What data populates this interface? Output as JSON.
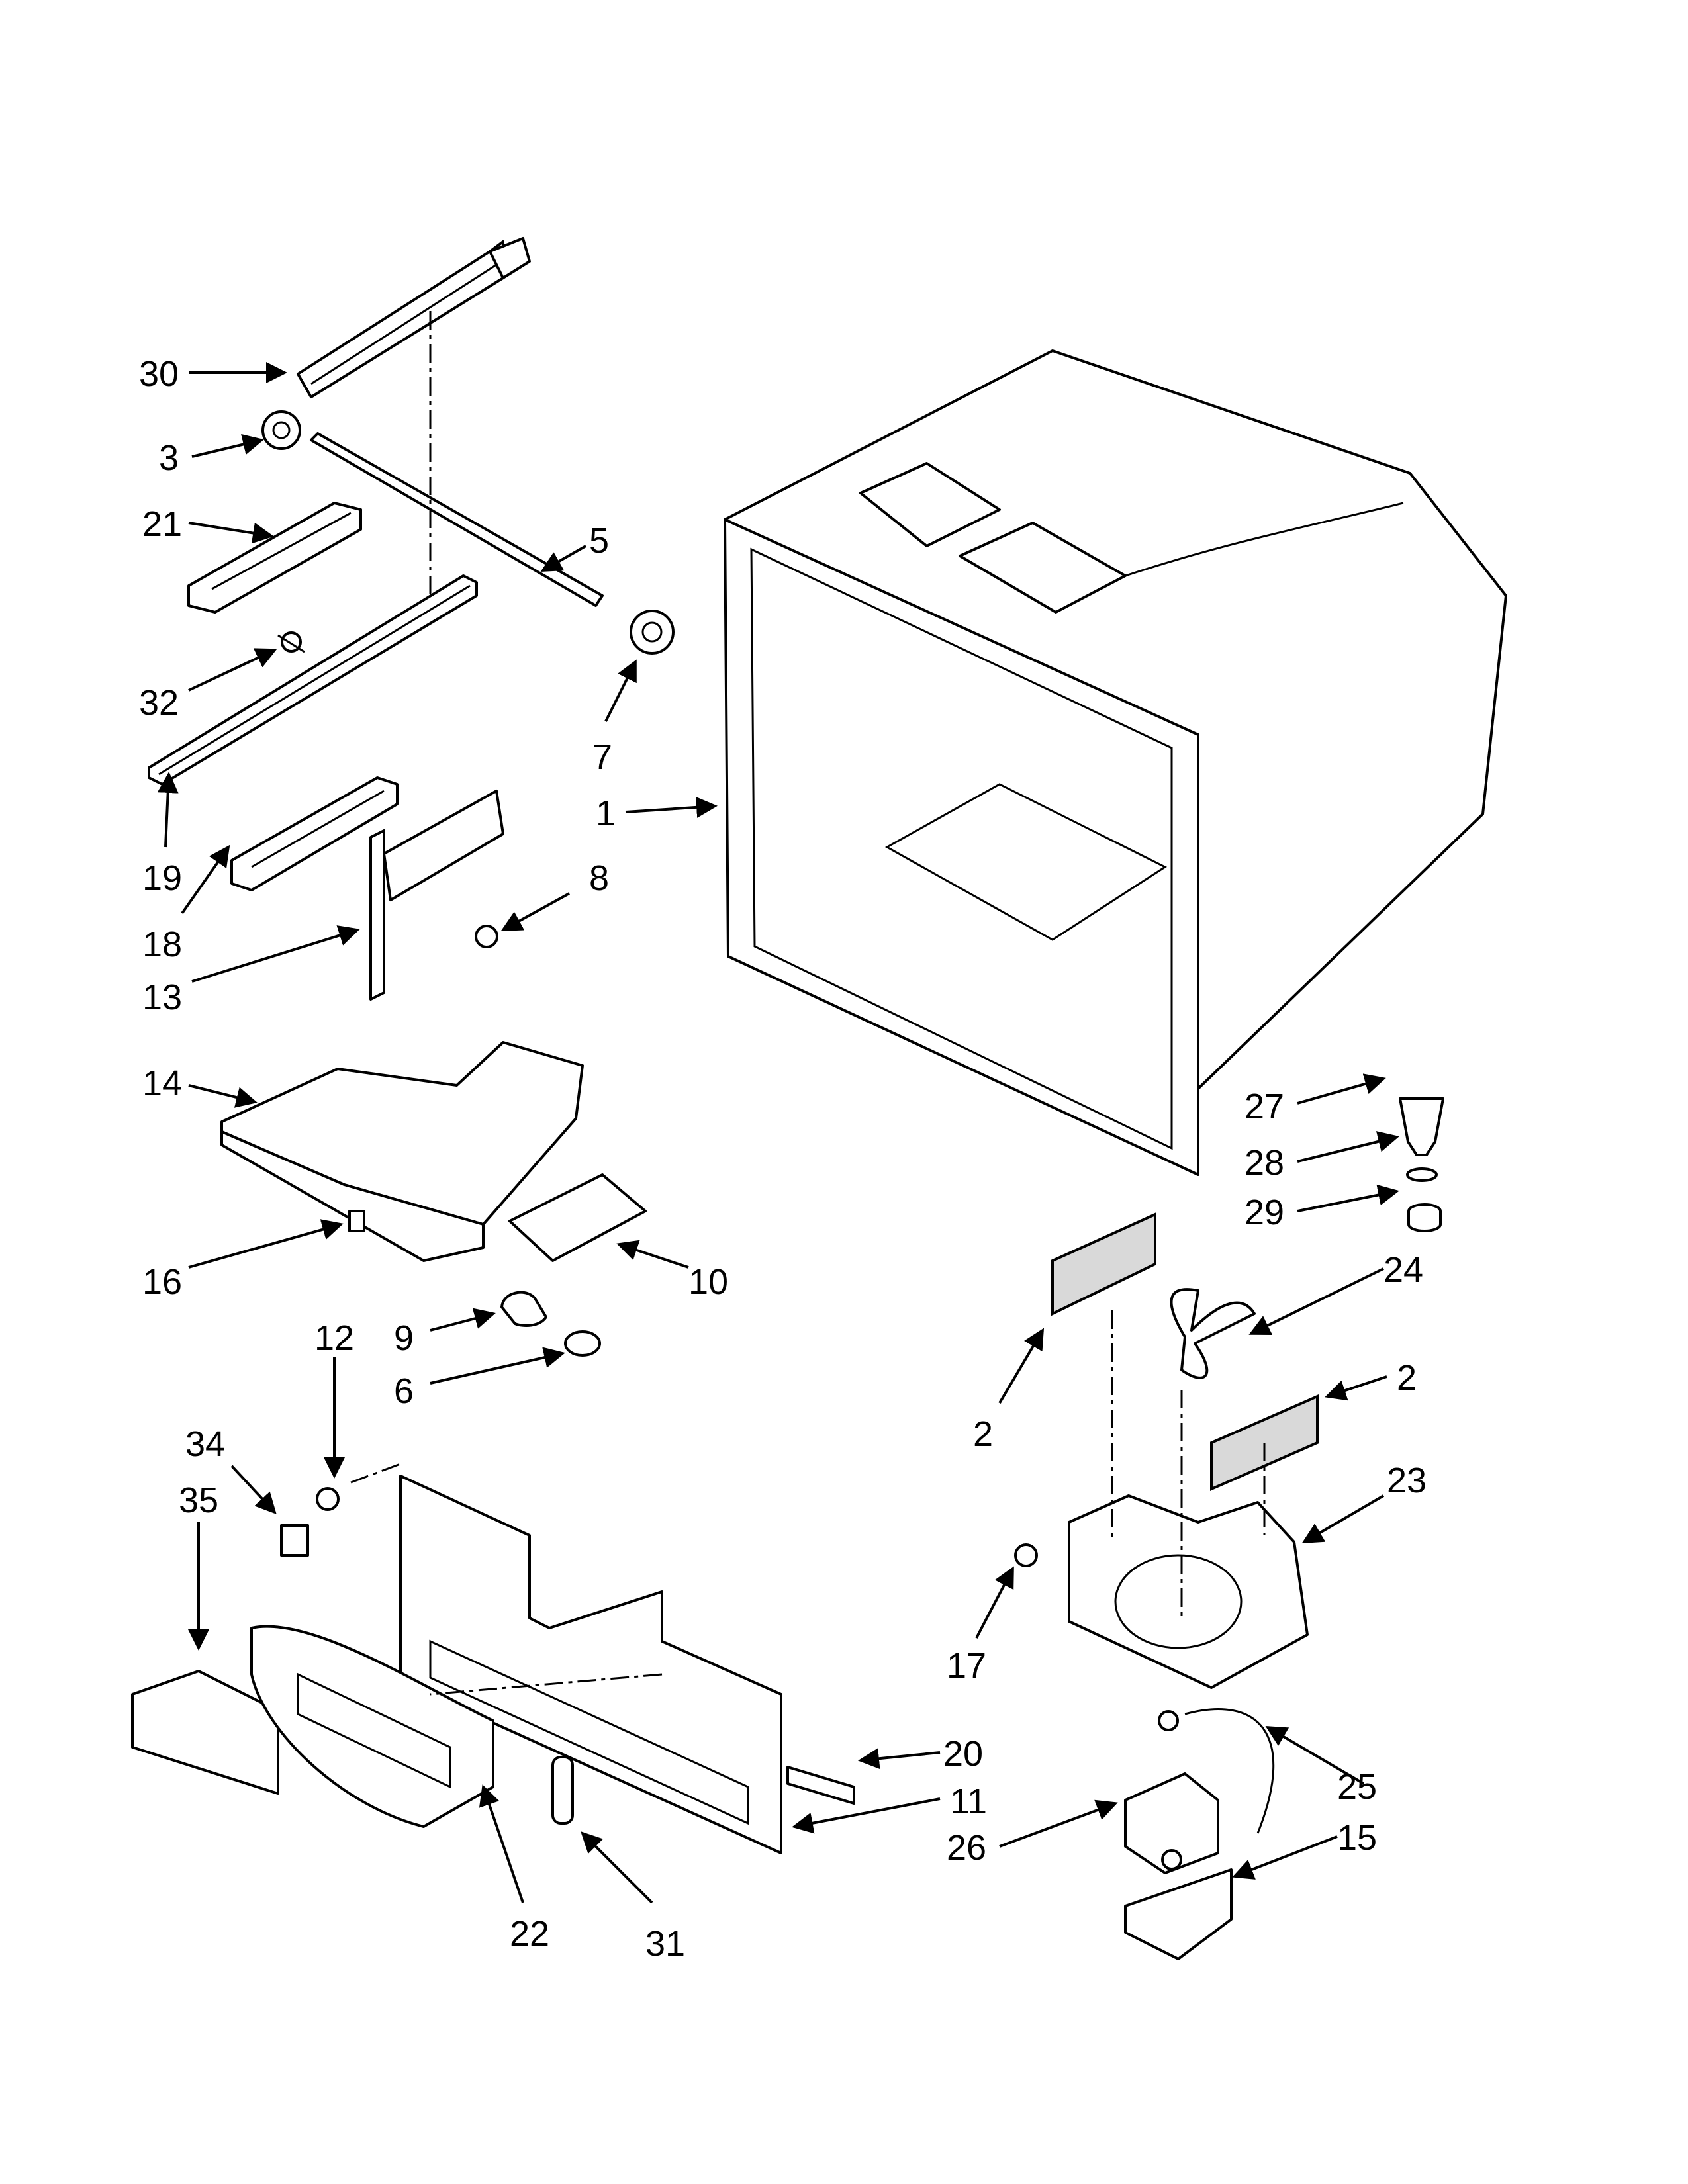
{
  "diagram": {
    "callouts": {
      "c30": "30",
      "c3": "3",
      "c21": "21",
      "c5": "5",
      "c32": "32",
      "c7": "7",
      "c1": "1",
      "c19": "19",
      "c18": "18",
      "c8": "8",
      "c13": "13",
      "c14": "14",
      "c27": "27",
      "c28": "28",
      "c29": "29",
      "c16": "16",
      "c10": "10",
      "c24": "24",
      "c12": "12",
      "c9": "9",
      "c6": "6",
      "c2a": "2",
      "c2b": "2",
      "c34": "34",
      "c35": "35",
      "c23": "23",
      "c17": "17",
      "c20": "20",
      "c25": "25",
      "c11": "11",
      "c26": "26",
      "c15": "15",
      "c22": "22",
      "c31": "31"
    }
  }
}
